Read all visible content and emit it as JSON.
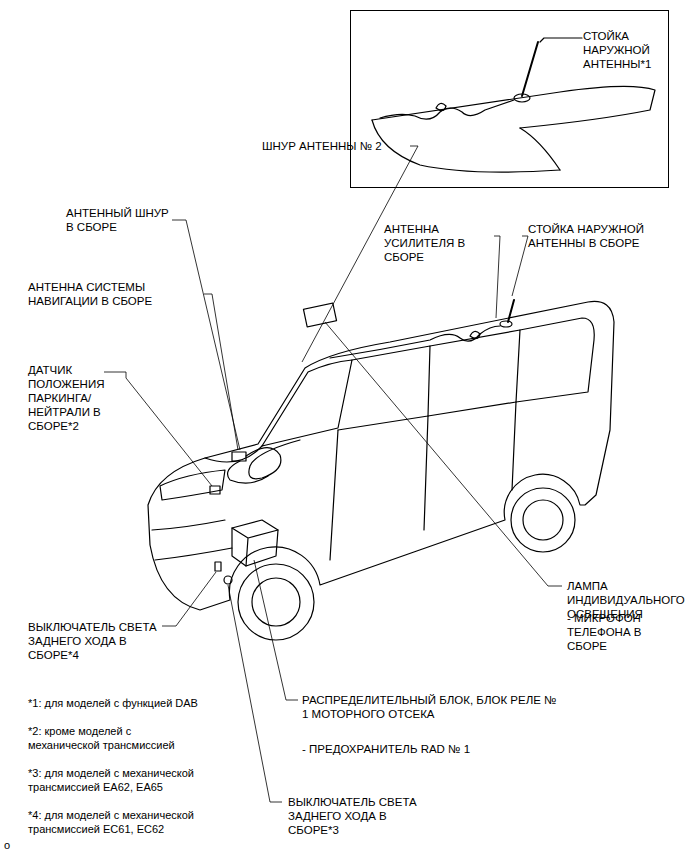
{
  "diagram": {
    "nodes": [
      {
        "text": [
          "СТОЙКА НАРУЖНОЙ АНТЕННЫ*1"
        ]
      }
    ],
    "labels": [
      "ШНУР АНТЕННЫ № 2",
      "АНТЕННЫЙ ШНУР В СБОРЕ",
      "АНТЕННА УСИЛИТЕЛЯ В СБОРЕ",
      "СТОЙКА НАРУЖНОЙ АНТЕННЫ В СБОРЕ",
      "АНТЕННА СИСТЕМЫ НАВИГАЦИИ В СБОРЕ",
      "ДАТЧИК ПОЛОЖЕНИЯ ПАРКИНГА/ НЕЙТРАЛИ В СБОРЕ*2",
      "ЛАМПА ИНДИВИДУАЛЬНОГО ОСВЕЩЕНИЯ",
      "- МИКРОФОН ТЕЛЕФОНА В СБОРЕ",
      "ВЫКЛЮЧАТЕЛЬ СВЕТА ЗАДНЕГО ХОДА В СБОРЕ*4",
      "РАСПРЕДЕЛИТЕЛЬНЫЙ БЛОК, БЛОК РЕЛЕ № 1 МОТОРНОГО ОТСЕКА",
      "- ПРЕДОХРАНИТЕЛЬ RAD № 1",
      "ВЫКЛЮЧАТЕЛЬ СВЕТА ЗАДНЕГО ХОДА В СБОРЕ*3",
      "*1: для моделей с функцией DAB",
      "*2: кроме моделей с механической трансмиссией",
      "*3: для моделей с механической трансмиссией EA62, EA65",
      "*4: для моделей с механической трансмиссией EC61, EC62",
      "o"
    ]
  }
}
